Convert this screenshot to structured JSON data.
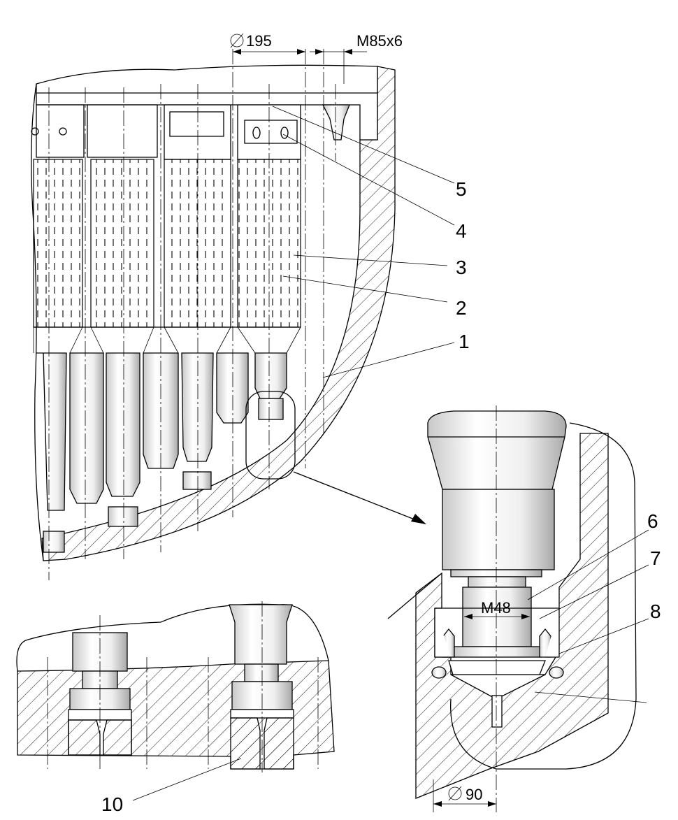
{
  "dimensions": {
    "top_diameter": "195",
    "thread_top": "M85x6",
    "thread_detail": "M48",
    "bottom_diameter": "90"
  },
  "callouts": [
    "1",
    "2",
    "3",
    "4",
    "5",
    "6",
    "7",
    "8",
    "10"
  ]
}
